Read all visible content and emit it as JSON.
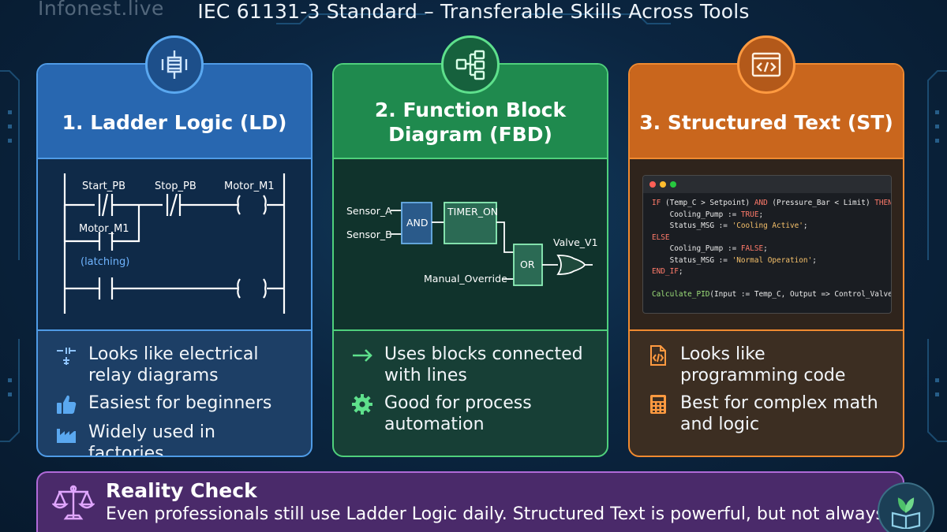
{
  "watermark": "Infonest.live",
  "title": "IEC 61131-3 Standard – Transferable Skills Across Tools",
  "cards": {
    "ld": {
      "title": "1. Ladder Logic (LD)",
      "badge_icon": "coil-icon",
      "diagram": {
        "start": "Start_PB",
        "stop": "Stop_PB",
        "motor_coil": "Motor_M1",
        "motor_contact": "Motor_M1",
        "latch": "(latching)"
      },
      "items": [
        {
          "icon": "relay-icon",
          "text": "Looks like electrical relay diagrams"
        },
        {
          "icon": "thumbs-up-icon",
          "text": "Easiest for beginners"
        },
        {
          "icon": "factory-icon",
          "text": "Widely used in factories"
        }
      ]
    },
    "fbd": {
      "title": "2. Function Block Diagram (FBD)",
      "badge_icon": "block-tree-icon",
      "diagram": {
        "sensor_a": "Sensor_A",
        "sensor_b": "Sensor_B",
        "and_block": "AND",
        "timer_block": "TIMER_ON",
        "or_block": "OR",
        "override": "Manual_Override",
        "valve": "Valve_V1"
      },
      "items": [
        {
          "icon": "arrow-right-icon",
          "text": "Uses blocks connected with lines"
        },
        {
          "icon": "gear-icon",
          "text": "Good for process automation"
        }
      ]
    },
    "st": {
      "title": "3. Structured Text (ST)",
      "badge_icon": "code-window-icon",
      "code": [
        [
          [
            "kw",
            "IF"
          ],
          [
            "p",
            " (Temp_C > Setpoint) "
          ],
          [
            "kw",
            "AND"
          ],
          [
            "p",
            " (Pressure_Bar < Limit) "
          ],
          [
            "kw",
            "THEN"
          ]
        ],
        [
          [
            "p",
            "    Cooling_Pump := "
          ],
          [
            "kw",
            "TRUE"
          ],
          [
            "p",
            ";"
          ]
        ],
        [
          [
            "p",
            "    Status_MSG := "
          ],
          [
            "str",
            "'Cooling Active'"
          ],
          [
            "p",
            ";"
          ]
        ],
        [
          [
            "kw",
            "ELSE"
          ]
        ],
        [
          [
            "p",
            "    Cooling_Pump := "
          ],
          [
            "kw",
            "FALSE"
          ],
          [
            "p",
            ";"
          ]
        ],
        [
          [
            "p",
            "    Status_MSG := "
          ],
          [
            "str",
            "'Normal Operation'"
          ],
          [
            "p",
            ";"
          ]
        ],
        [
          [
            "kw",
            "END_IF"
          ],
          [
            "p",
            ";"
          ]
        ],
        [
          [
            "p",
            ""
          ]
        ],
        [
          [
            "fn",
            "Calculate_PID"
          ],
          [
            "p",
            "(Input := Temp_C, Output => Control_Valve);"
          ]
        ]
      ],
      "items": [
        {
          "icon": "code-file-icon",
          "text": "Looks like programming code"
        },
        {
          "icon": "calculator-icon",
          "text": "Best for complex math and logic"
        }
      ]
    }
  },
  "reality": {
    "icon": "scale-icon",
    "title": "Reality Check",
    "text": "Even professionals still use Ladder Logic daily. Structured Text is powerful, but not always necessary."
  },
  "logo_icon": "book-plant-logo",
  "colors": {
    "ld": "#4f9be6",
    "fbd": "#4fd07c",
    "st": "#f08a30",
    "reality": "#b06ad8",
    "code_keyword": "#ff7a6a",
    "code_string": "#f5c06a",
    "code_function": "#9ee07a"
  }
}
